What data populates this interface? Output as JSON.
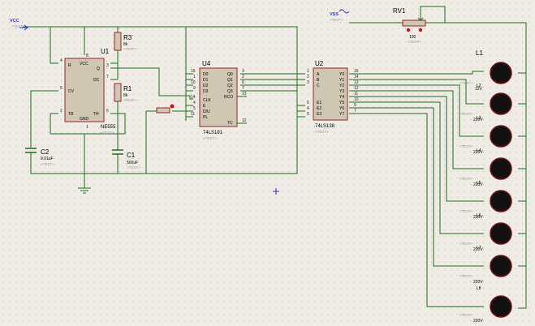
{
  "colors": {
    "background": "#eeece4",
    "grid_dot": "#b9b6aa",
    "wire": "#1f6b1f",
    "chip_body": "#cfc7b2",
    "chip_border": "#9c2424",
    "pin_number": "#222222",
    "label": "#111111",
    "terminal": "#3a3acc",
    "lamp_body": "#111111",
    "lamp_ring": "#7a1010",
    "pot_marker": "#cc1111"
  },
  "placeholder_text": "<TEXT>",
  "power": {
    "vcc_label": "VCC",
    "vss_label": "VSS"
  },
  "u1": {
    "name": "U1",
    "part": "NE555",
    "pins_left": [
      "R",
      "CV",
      "TR"
    ],
    "pins_right": [
      "Q",
      "DC",
      "TH"
    ],
    "pins_top": [
      "VCC"
    ],
    "pins_bottom": [
      "GND"
    ],
    "pin_numbers": [
      "4",
      "5",
      "2",
      "3",
      "7",
      "6",
      "8",
      "1"
    ]
  },
  "r3": {
    "name": "R3",
    "value": "8k"
  },
  "r1": {
    "name": "R1",
    "value": "8k"
  },
  "c1": {
    "name": "C1",
    "value": "500uF"
  },
  "c2": {
    "name": "C2",
    "value": "0.01uF"
  },
  "u4": {
    "name": "U4",
    "part": "74LS191",
    "pins_left": [
      "D0",
      "D1",
      "D2",
      "D3",
      "CLK",
      "E",
      "D/U",
      "PL"
    ],
    "pins_left_numbers": [
      "15",
      "1",
      "10",
      "9",
      "14",
      "4",
      "5",
      "11"
    ],
    "pins_right": [
      "Q0",
      "Q1",
      "Q2",
      "Q3",
      "RCO",
      "TC"
    ],
    "pins_right_numbers": [
      "3",
      "2",
      "6",
      "7",
      "13",
      "12"
    ]
  },
  "u2": {
    "name": "U2",
    "part": "74LS138",
    "pins_left": [
      "A",
      "B",
      "C",
      "E1",
      "E2",
      "E3"
    ],
    "pins_left_numbers": [
      "1",
      "2",
      "3",
      "6",
      "4",
      "5"
    ],
    "pins_right": [
      "Y0",
      "Y1",
      "Y2",
      "Y3",
      "Y4",
      "Y5",
      "Y6",
      "Y7"
    ],
    "pins_right_numbers": [
      "15",
      "14",
      "13",
      "12",
      "11",
      "10",
      "9",
      "7"
    ]
  },
  "rv1": {
    "name": "RV1",
    "value": "100"
  },
  "lamps": [
    {
      "name": "L1",
      "value": "12V"
    },
    {
      "name": "L2",
      "value": "220V"
    },
    {
      "name": "L3",
      "value": "220V"
    },
    {
      "name": "L4",
      "value": "220V"
    },
    {
      "name": "L5",
      "value": "220V"
    },
    {
      "name": "L6",
      "value": "220V"
    },
    {
      "name": "L7",
      "value": "220V"
    },
    {
      "name": "L8",
      "value": "220V"
    }
  ]
}
